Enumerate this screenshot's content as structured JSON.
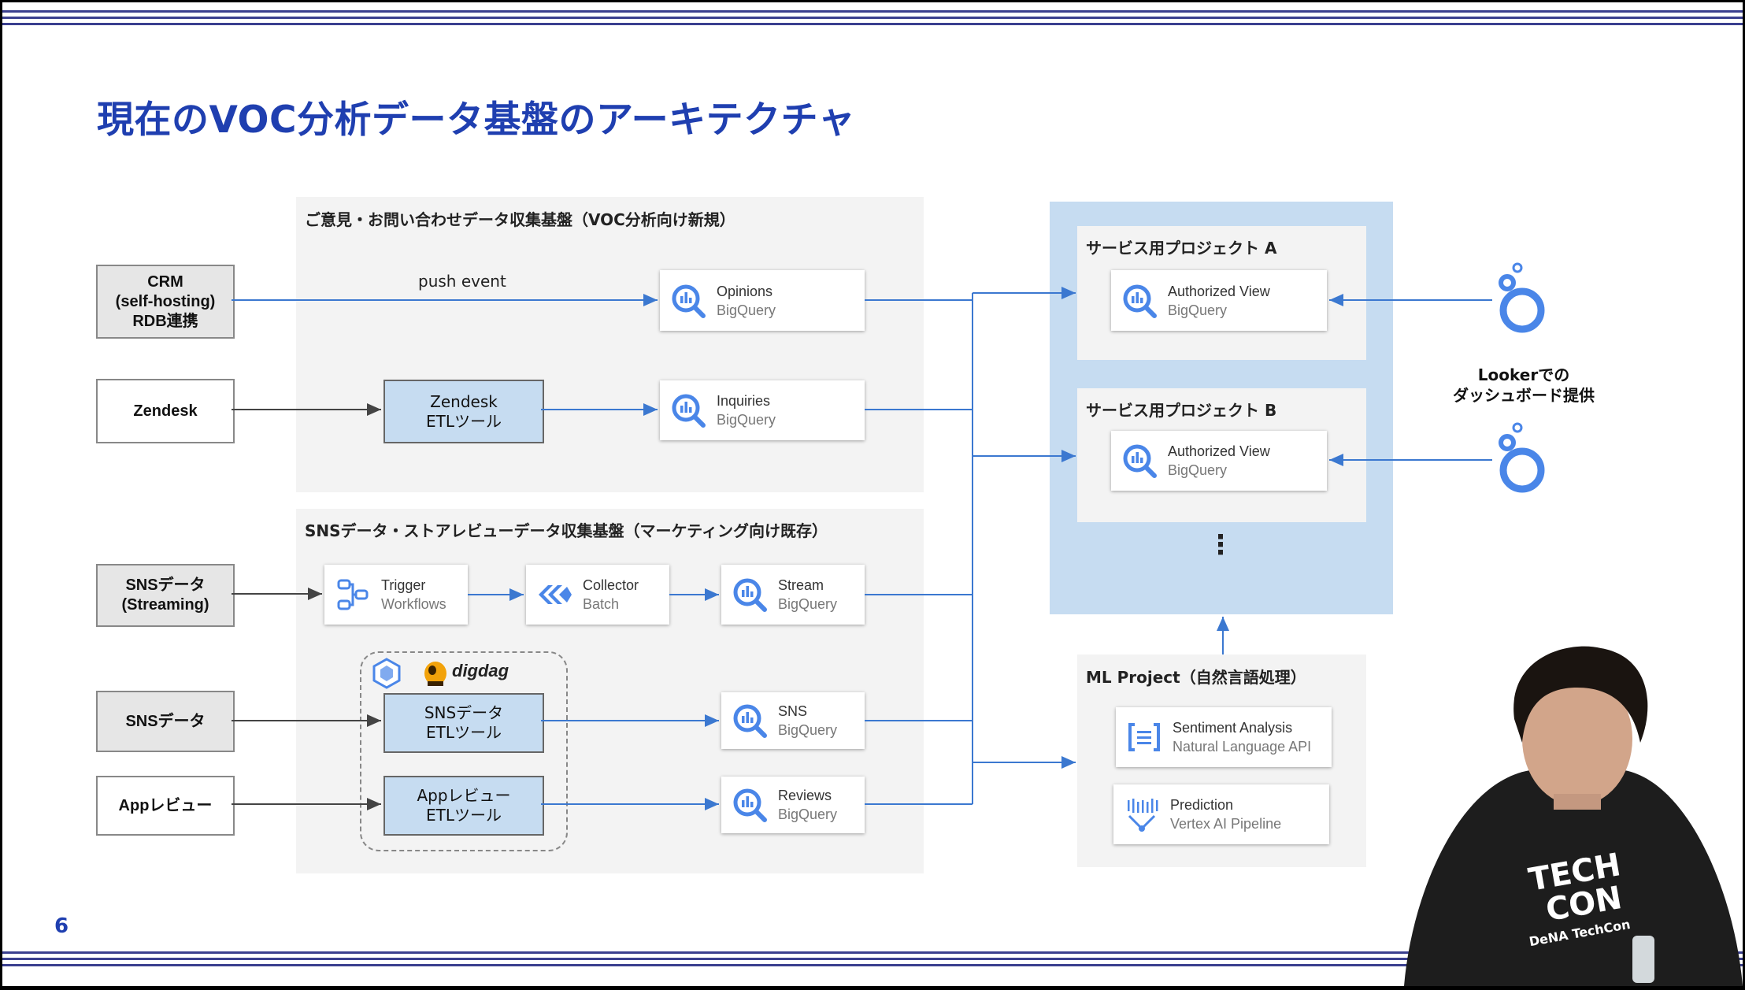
{
  "slide": {
    "title": "現在のVOC分析データ基盤のアーキテクチャ",
    "page_number": "6"
  },
  "regions": {
    "voc": "ご意見・お問い合わせデータ収集基盤（VOC分析向け新規）",
    "sns": "SNSデータ・ストアレビューデータ収集基盤（マーケティング向け既存）",
    "project_a": "サービス用プロジェクト A",
    "project_b": "サービス用プロジェクト B",
    "ml": "ML Project（自然言語処理）"
  },
  "sources": {
    "crm": "CRM\n(self-hosting)\nRDB連携",
    "zendesk": "Zendesk",
    "sns_streaming": "SNSデータ\n(Streaming)",
    "sns": "SNSデータ",
    "app_review": "Appレビュー"
  },
  "etl": {
    "zendesk": "Zendesk\nETLツール",
    "sns": "SNSデータ\nETLツール",
    "app_review": "Appレビュー\nETLツール"
  },
  "edge_labels": {
    "push_event": "push event"
  },
  "services": {
    "opinions": {
      "name": "Opinions",
      "product": "BigQuery"
    },
    "inquiries": {
      "name": "Inquiries",
      "product": "BigQuery"
    },
    "trigger": {
      "name": "Trigger",
      "product": "Workflows"
    },
    "collector": {
      "name": "Collector",
      "product": "Batch"
    },
    "stream": {
      "name": "Stream",
      "product": "BigQuery"
    },
    "sns": {
      "name": "SNS",
      "product": "BigQuery"
    },
    "reviews": {
      "name": "Reviews",
      "product": "BigQuery"
    },
    "auth_a": {
      "name": "Authorized View",
      "product": "BigQuery"
    },
    "auth_b": {
      "name": "Authorized View",
      "product": "BigQuery"
    },
    "sentiment": {
      "name": "Sentiment Analysis",
      "product": "Natural Language API"
    },
    "prediction": {
      "name": "Prediction",
      "product": "Vertex AI Pipeline"
    }
  },
  "digdag_label": "digdag",
  "looker_label": "Lookerでの\nダッシュボード提供",
  "ellipsis": "⋮",
  "shirt_text": {
    "line1": "TECH",
    "line2": "CON",
    "brand": "DeNA TechCon"
  },
  "colors": {
    "title": "#1f3fb0",
    "arrow_blue": "#3b78d0",
    "arrow_gray": "#444444",
    "region_bg": "#f3f3f3",
    "blue_zone": "#c6dcf1",
    "bigquery_blue": "#4a86e8"
  },
  "icons": [
    "bigquery-icon",
    "workflows-icon",
    "batch-icon",
    "looker-icon",
    "natural-language-icon",
    "vertex-ai-icon",
    "digdag-icon",
    "embulk-icon"
  ]
}
